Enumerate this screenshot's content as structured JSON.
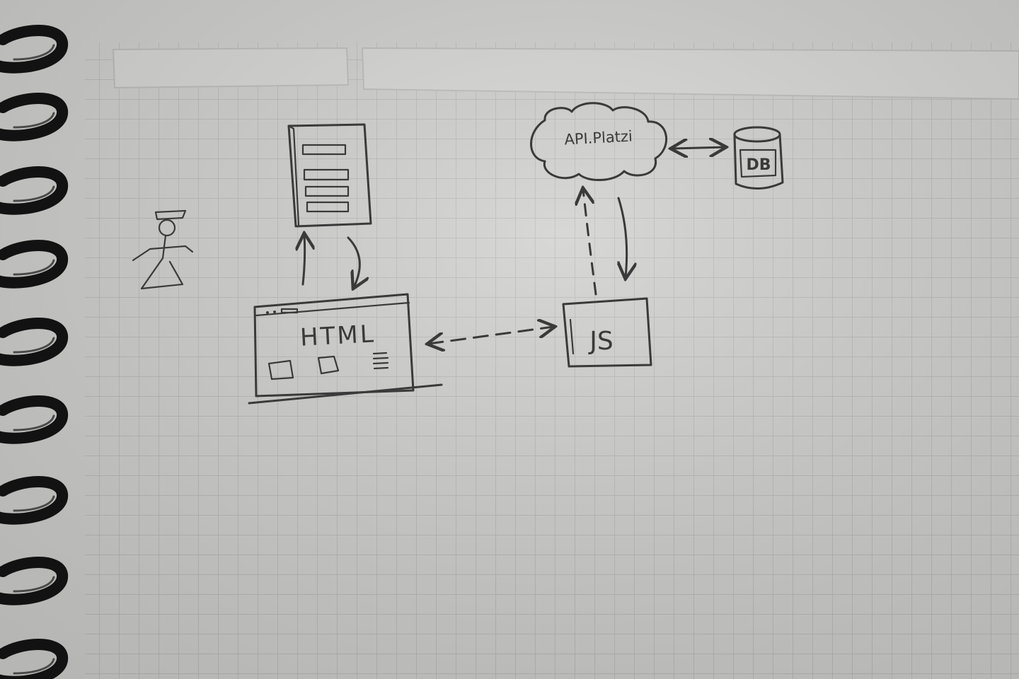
{
  "diagram": {
    "nodes": {
      "page_doc": {
        "label": ""
      },
      "html_window": {
        "label": "HTML"
      },
      "js_box": {
        "label": "JS"
      },
      "api_cloud": {
        "label": "API.Platzi"
      },
      "database": {
        "label": "DB"
      },
      "user": {
        "label": ""
      }
    },
    "edges": [
      {
        "from": "page_doc",
        "to": "html_window",
        "style": "solid",
        "direction": "both"
      },
      {
        "from": "html_window",
        "to": "js_box",
        "style": "dashed",
        "direction": "both"
      },
      {
        "from": "js_box",
        "to": "api_cloud",
        "style": "dashed",
        "direction": "forward"
      },
      {
        "from": "api_cloud",
        "to": "js_box",
        "style": "solid",
        "direction": "forward"
      },
      {
        "from": "api_cloud",
        "to": "database",
        "style": "solid",
        "direction": "both"
      }
    ]
  },
  "colors": {
    "paper": "#cfcfcd",
    "grid": "#b4b4b2",
    "ink": "#3a3a3a",
    "spiral": "#121212"
  }
}
